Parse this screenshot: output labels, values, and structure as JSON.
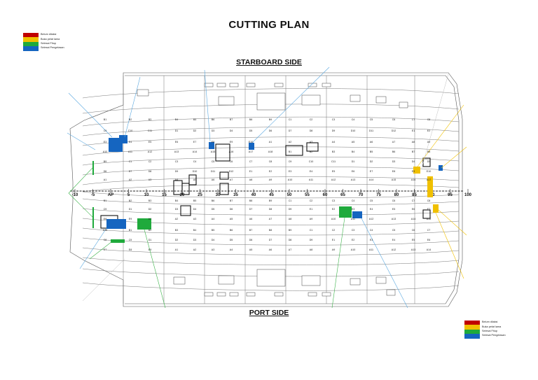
{
  "title": "CUTTING PLAN",
  "starboard_label": "STARBOARD SIDE",
  "port_label": "PORT SIDE",
  "legend": [
    {
      "label": "Belum dilaksi",
      "color": "#c00000"
    },
    {
      "label": "Buka pelat lama",
      "color": "#f0c000"
    },
    {
      "label": "Selesai Fitup",
      "color": "#1faa3c"
    },
    {
      "label": "Selesai Pengelasan",
      "color": "#1565c0"
    }
  ],
  "frame_ticks": [
    "-10",
    "-5",
    "AP",
    "5",
    "10",
    "15",
    "20",
    "25",
    "30",
    "35",
    "40",
    "45",
    "50",
    "55",
    "60",
    "65",
    "70",
    "75",
    "80",
    "85",
    "90",
    "95",
    "100"
  ],
  "block_labels": {
    "starboard": [
      "B1",
      "B2",
      "B3",
      "B4",
      "B5",
      "B6",
      "B7",
      "B8",
      "B9",
      "C1",
      "C2",
      "C3",
      "C4",
      "C5",
      "C6",
      "C7",
      "C8",
      "C9",
      "C10",
      "C11",
      "D1",
      "D2",
      "D3",
      "D4",
      "D5",
      "D6",
      "D7",
      "D8",
      "D9",
      "D10",
      "D11",
      "D12",
      "E1",
      "E2",
      "E3",
      "E4",
      "E5",
      "E6",
      "E7",
      "E8",
      "E9",
      "E10",
      "A1",
      "A2",
      "A3",
      "A4",
      "A5",
      "A6",
      "A7",
      "A8",
      "A9",
      "A10",
      "A11",
      "A12",
      "A13",
      "A14",
      "A15",
      "A16",
      "A17",
      "A18"
    ],
    "port": [
      "B1",
      "B2",
      "B3",
      "B4",
      "B5",
      "B6",
      "B7",
      "B8",
      "B9",
      "C1",
      "C2",
      "C3",
      "C4",
      "C5",
      "C6",
      "C7",
      "C8",
      "C9",
      "D1",
      "D2",
      "D3",
      "D4",
      "D5",
      "D6",
      "D7",
      "D8",
      "D9",
      "E1",
      "E2",
      "E3",
      "E4",
      "E5",
      "E6",
      "E7",
      "E8",
      "E9",
      "A1",
      "A2",
      "A3",
      "A4",
      "A5",
      "A6",
      "A7",
      "A8",
      "A9",
      "A10",
      "A11",
      "A12",
      "A13",
      "A14",
      "A15",
      "A16"
    ]
  }
}
